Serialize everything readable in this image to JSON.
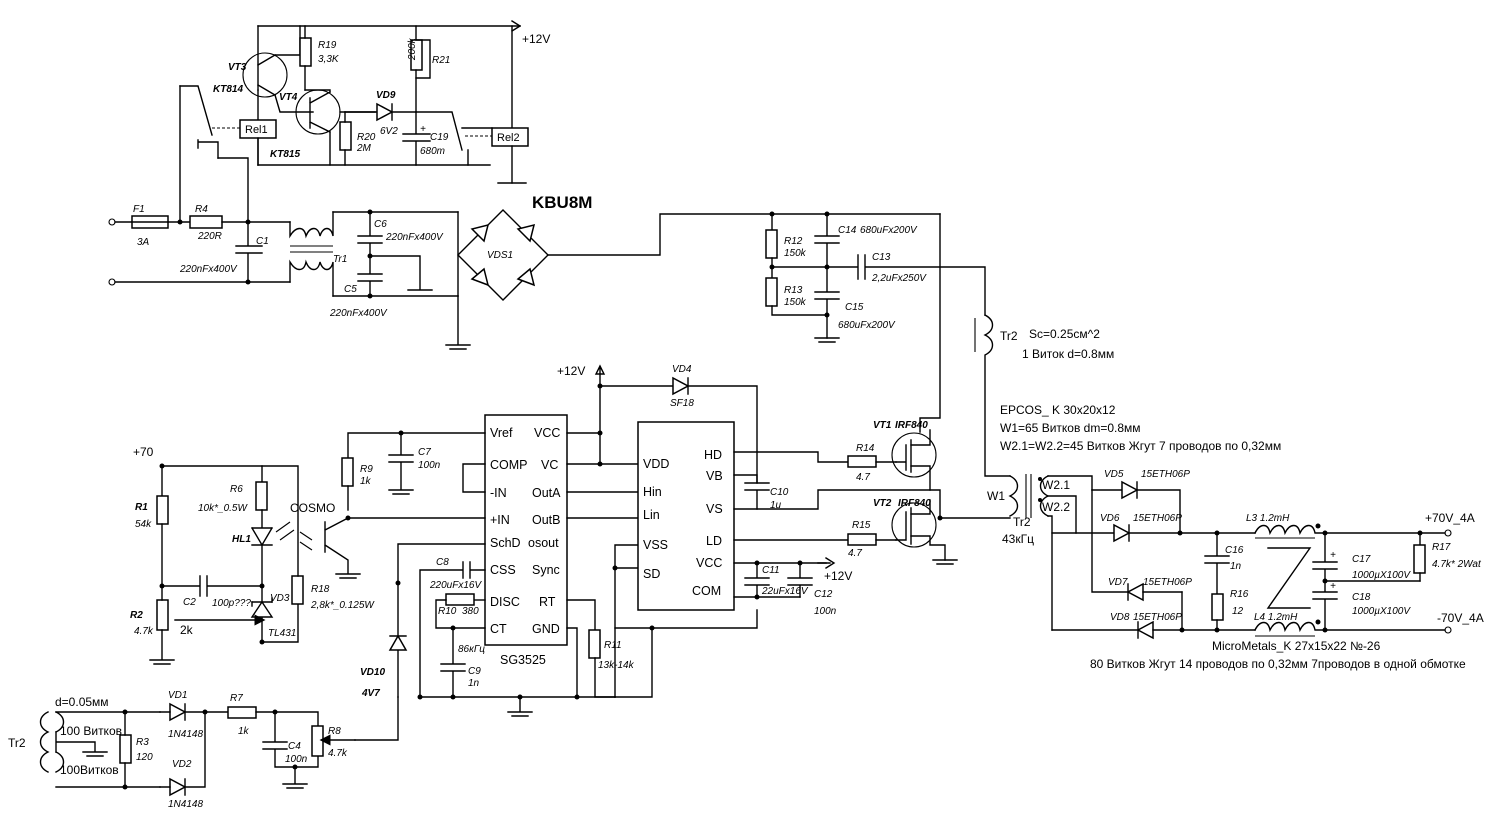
{
  "title_bridge": "KBU8M",
  "power": {
    "plus12_top": "+12V",
    "plus12_mid": "+12V",
    "plus12_right": "+12V",
    "plus70": "+70",
    "out_pos": "+70V_4A",
    "out_neg": "-70V_4A"
  },
  "parts": {
    "F1": "F1",
    "F1v": "3A",
    "R4": "R4",
    "R4v": "220R",
    "C1": "C1",
    "C1v": "220nFx400V",
    "Tr1": "Tr1",
    "C6": "C6",
    "C6v": "220nFx400V",
    "C5": "C5",
    "C5v": "220nFx400V",
    "VDS1": "VDS1",
    "VT3": "VT3",
    "VT3v": "KT814",
    "VT4": "VT4",
    "VT4v": "KT815",
    "R19": "R19",
    "R19v": "3,3K",
    "R21": "R21",
    "R21v": "200k",
    "VD9": "VD9",
    "VD9v": "6V2",
    "R20": "R20",
    "R20v": "2M",
    "C19": "C19",
    "C19v": "680m",
    "Rel1": "Rel1",
    "Rel2": "Rel2",
    "R12": "R12",
    "R12v": "150k",
    "R13": "R13",
    "R13v": "150k",
    "C14": "C14",
    "C14v": "680uFx200V",
    "C13": "C13",
    "C13v": "2,2uFx250V",
    "C15": "C15",
    "C15v": "680uFx200V",
    "Tr2a": "Tr2",
    "Tr2a_note1": "Sc=0.25см^2",
    "Tr2a_note2": "1 Виток d=0.8мм",
    "VD4": "VD4",
    "VD4v": "SF18",
    "C7": "C7",
    "C7v": "100n",
    "R9": "R9",
    "R9v": "1k",
    "C10": "C10",
    "C10v": "1u",
    "VT1": "VT1",
    "VT1v": "IRF840",
    "VT2": "VT2",
    "VT2v": "IRF840",
    "R14": "R14",
    "R14v": "4.7",
    "R15": "R15",
    "R15v": "4.7",
    "C11": "C11",
    "C11v": "22uFx16V",
    "C12": "C12",
    "C12v": "100n",
    "R1": "R1",
    "R1v": "54k",
    "R6": "R6",
    "R6v": "10k*_0.5W",
    "HL1": "HL1",
    "COSMO": "COSMO",
    "C2": "C2",
    "C2v": "100p???",
    "VD3": "VD3",
    "VD3v": "TL431",
    "R2": "R2",
    "R2v": "4.7k",
    "R2b": "2k",
    "R18": "R18",
    "R18v": "2,8k*_0.125W",
    "C8": "C8",
    "C8v": "220uFx16V",
    "R10": "R10",
    "R10v": "380",
    "C9": "C9",
    "C9v": "1n",
    "freq1": "86кГц",
    "SG": "SG3525",
    "R11": "R11",
    "R11v": "13k-14k",
    "VD10": "VD10",
    "VD10v": "4V7",
    "R8": "R8",
    "R8v": "4.7k",
    "d005": "d=0.05мм",
    "w100a": "100 Витков",
    "w100b": "100Витков",
    "Tr2b": "Tr2",
    "R3": "R3",
    "R3v": "120",
    "VD1": "VD1",
    "VD1v": "1N4148",
    "VD2": "VD2",
    "VD2v": "1N4148",
    "R7": "R7",
    "R7v": "1k",
    "C4": "C4",
    "C4v": "100n",
    "epcos1": "EPCOS_ K 30x20x12",
    "epcos2": "W1=65 Витков dm=0.8мм",
    "epcos3": "W2.1=W2.2=45 Витков Жгут 7 проводов по 0,32мм",
    "W1": "W1",
    "W21": "W2.1",
    "W22": "W2.2",
    "Tr2c": "Tr2",
    "freq2": "43кГц",
    "VD5": "VD5",
    "VD5v": "15ETH06P",
    "VD6": "VD6",
    "VD6v": "15ETH06P",
    "VD7": "VD7",
    "VD7v": "15ETH06P",
    "VD8": "VD8",
    "VD8v": "15ETH06P",
    "L3": "L3 1.2mH",
    "L4": "L4 1.2mH",
    "C16": "C16",
    "C16v": "1n",
    "R16": "R16",
    "R16v": "12",
    "C17": "C17",
    "C17v": "1000µX100V",
    "C18": "C18",
    "C18v": "1000µX100V",
    "R17": "R17",
    "R17v": "4.7k* 2Wat",
    "mm1": "MicroMetals_K 27x15x22  №-26",
    "mm2": "80 Витков  Жгут 14 проводов по 0,32мм 7проводов в одной обмотке"
  },
  "ic_sg": {
    "l1": "Vref",
    "l2": "COMP",
    "l3": "-IN",
    "l4": "+IN",
    "l5": "SchD",
    "l6": "CSS",
    "l7": "DISC",
    "l8": "CT",
    "r1": "VCC",
    "r2": "VC",
    "r3": "OutA",
    "r4": "OutB",
    "r5": "osout",
    "r6": "Sync",
    "r7": "RT",
    "r8": "GND"
  },
  "ic_drv": {
    "l1": "VDD",
    "l2": "Hin",
    "l3": "Lin",
    "l4": "VSS",
    "l5": "SD",
    "r1": "HD",
    "r2": "VB",
    "r3": "VS",
    "r4": "LD",
    "r5": "VCC",
    "r6": "COM"
  }
}
